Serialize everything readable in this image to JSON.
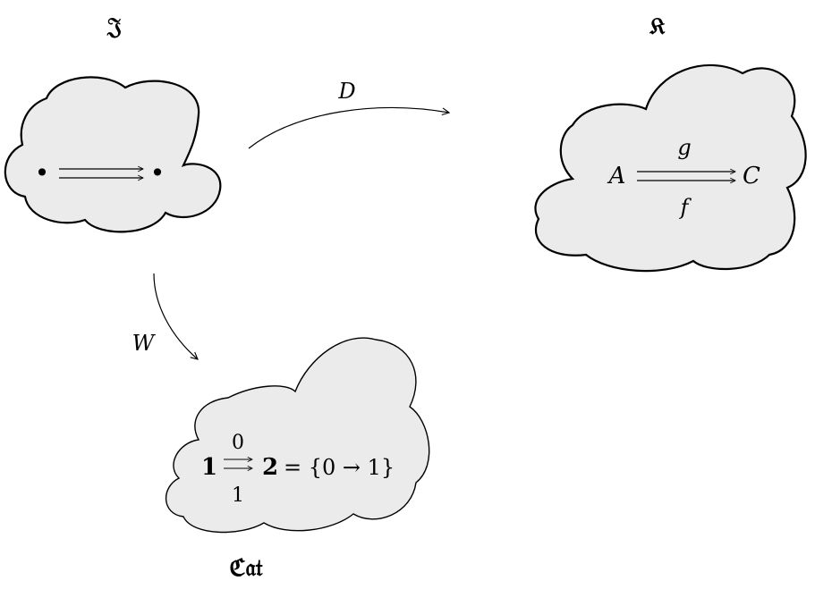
{
  "colors": {
    "cloud_fill": "#ebebeb",
    "stroke": "#000000"
  },
  "categories": {
    "index": {
      "label": "𝔍"
    },
    "target": {
      "label": "𝔎"
    },
    "cat": {
      "label": "ℭ𝔞𝔱"
    }
  },
  "index_diagram": {
    "left_node": "•",
    "right_node": "•"
  },
  "target_diagram": {
    "source": "A",
    "target": "C",
    "top_arrow": "g",
    "bottom_arrow": "f"
  },
  "cat_diagram": {
    "source": "1",
    "target": "2",
    "top_arrow": "0",
    "bottom_arrow": "1",
    "equation": "= {0 → 1}"
  },
  "functors": {
    "D": {
      "label": "D"
    },
    "W": {
      "label": "W"
    }
  }
}
